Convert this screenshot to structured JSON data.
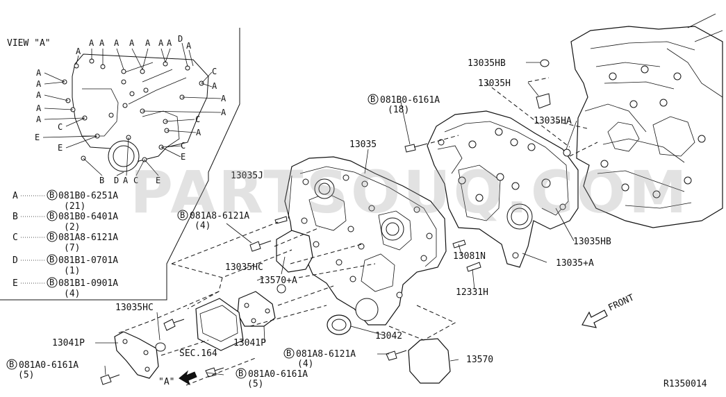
{
  "view_inset": {
    "title": "VIEW \"A\"",
    "top_letters": [
      "A",
      "A",
      "A",
      "A",
      "A",
      "A",
      "A",
      "A",
      "D",
      "A"
    ],
    "left_letters": [
      "A",
      "A",
      "A",
      "A",
      "A",
      "C",
      "E",
      "E"
    ],
    "right_letters": [
      "C",
      "A",
      "A",
      "A",
      "C",
      "A",
      "C",
      "E"
    ],
    "bottom_letters": [
      "B",
      "D",
      "A",
      "C",
      "E"
    ]
  },
  "legend": [
    {
      "letter": "A",
      "part": "081B0-6251A",
      "qty": "(21)"
    },
    {
      "letter": "B",
      "part": "081B0-6401A",
      "qty": "(2)"
    },
    {
      "letter": "C",
      "part": "081A8-6121A",
      "qty": "(7)"
    },
    {
      "letter": "D",
      "part": "081B1-0701A",
      "qty": "(1)"
    },
    {
      "letter": "E",
      "part": "081B1-0901A",
      "qty": "(4)"
    }
  ],
  "bolt_symbol": "B",
  "callouts": {
    "c13035hb_top": "13035HB",
    "c13035h": "13035H",
    "c13035ha": "13035HA",
    "c13035": "13035",
    "c13035j": "13035J",
    "c13035hb": "13035HB",
    "c13081n": "13081N",
    "c13035a": "13035+A",
    "c12331h": "12331H",
    "c13035hc_mid": "13035HC",
    "c13570a": "13570+A",
    "c13035hc_left": "13035HC",
    "c13041p_left": "13041P",
    "c13041p_mid": "13041P",
    "c13042": "13042",
    "c13570": "13570",
    "sec164": "SEC.164",
    "view_a_arrow": "\"A\"",
    "front": "FRONT"
  },
  "bolts": {
    "b1": {
      "part": "081B0-6161A",
      "qty": "(18)"
    },
    "b2": {
      "part": "081A8-6121A",
      "qty": "(4)"
    },
    "b3": {
      "part": "081A8-6121A",
      "qty": "(4)"
    },
    "b4": {
      "part": "081A0-6161A",
      "qty": "(5)"
    },
    "b5": {
      "part": "081A0-6161A",
      "qty": "(5)"
    }
  },
  "diagram_id": "R1350014",
  "watermark": "PARTSOUQ.COM"
}
